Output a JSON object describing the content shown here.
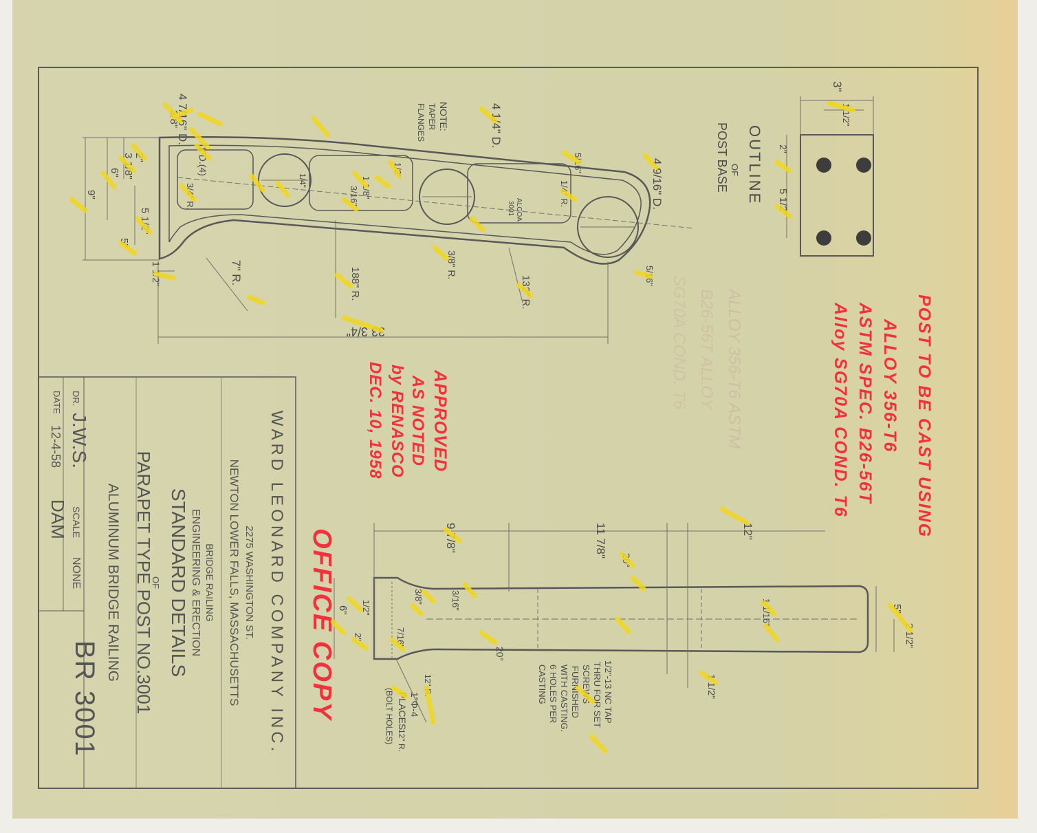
{
  "title_block": {
    "company": "WARD LEONARD COMPANY INC.",
    "street": "2275 WASHINGTON ST.",
    "city": "NEWTON LOWER FALLS, MASSACHUSETTS",
    "dept_line1": "BRIDGE RAILING",
    "dept_line2": "ENGINEERING & ERECTION",
    "title_line1": "STANDARD DETAILS",
    "title_of": "OF",
    "title_line2": "PARAPET TYPE POST NO.3001",
    "title_line3": "ALUMINUM BRIDGE RAILING",
    "drawn_label": "DR.",
    "drawn_by": "J.W.S.",
    "date_label": "DATE",
    "date": "12-4-58",
    "checker": "DAM",
    "scale_label": "SCALE",
    "scale": "NONE",
    "drawing_number": "BR 3001"
  },
  "notes": {
    "material_1": "POST TO BE CAST USING",
    "material_2": "ALLOY 356-T6",
    "material_3": "ASTM SPEC. B26-56T",
    "material_4": "Alloy SG70A COND. T6",
    "approved_1": "APPROVED",
    "approved_2": "AS NOTED",
    "approved_3": "by RENASCO",
    "approved_4": "DEC. 10, 1958",
    "office_copy": "OFFICE COPY",
    "taper_note_1": "NOTE:",
    "taper_note_2": "TAPER",
    "taper_note_3": "FLANGES",
    "outline_1": "OUTLINE",
    "outline_2": "OF",
    "outline_3": "POST BASE",
    "alcoa": "ALCOA",
    "alcoa_num": "3001",
    "tap_1": "1/2\"-13 NC TAP",
    "tap_2": "THRU FOR SET",
    "tap_3": "SCREWS",
    "tap_4": "FURNISHED",
    "tap_5": "WITH CASTING.",
    "tap_6": "6 HOLES PER",
    "tap_7": "CASTING",
    "bolt_1": "1\"Φ-4",
    "bolt_2": "PLACES",
    "bolt_3": "(BOLT HOLES)"
  },
  "dimensions": {
    "d_4_7_16": "4 7/16\" D.",
    "d_4_1_4": "4 1/4\" D.",
    "d_4_9_16": "4 9/16\" D.",
    "d_3_8": "3/8\"",
    "d_3_1_8": "3 1/8\"",
    "d_2": "2\"",
    "d_6": "6\"",
    "d_9": "9\"",
    "d_5_1_2": "5 1/2\"",
    "d_5": "5\"",
    "d_1_1_2": "1 1/2\"",
    "d_1d4": "1\"D.(4)",
    "d_3_4r": "3/4\" R.",
    "d_1_1_8": "1 1/8\"",
    "d_3_16": "3/16\"",
    "d_1_4": "1/4\"",
    "d_1_2": "1/2\"",
    "d_5_16": "5/16\"",
    "d_1_4r": "1/4\" R.",
    "d_3_8r": "3/8\" R.",
    "d_7r": "7\" R.",
    "d_188r": "188\" R.",
    "d_132r": "132\" R.",
    "d_33_3_4": "33 3/4\"",
    "d_3": "3\"",
    "d_1_1_2b": "1 1/2\"",
    "d_2b": "2\"",
    "d_5_1_2b": "5 1/2\"",
    "d_9_7_8": "9 7/8\"",
    "d_11_7_8": "11 7/8\"",
    "d_12": "12\"",
    "d_20a": "20°",
    "d_20b": "20°",
    "d_6b": "6\"",
    "d_1_2b": "1/2\"",
    "d_2c": "2\"",
    "d_7_16": "7/16\"",
    "d_3_8b": "3/8\"",
    "d_3_16b": "3/16\"",
    "d_1_16": "1 1/16\"",
    "d_5b": "5\"",
    "d_2_1_2": "2 1/2\"",
    "d_1_1_2c": "1 1/2\"",
    "d_12r": "12\" R.",
    "d_12r_b": "12\" R."
  }
}
